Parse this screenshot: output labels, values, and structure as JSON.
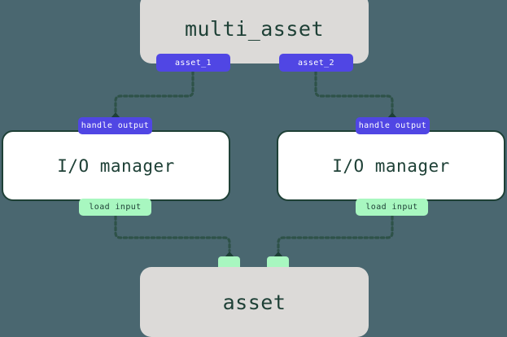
{
  "theme": {
    "background": "#4a6770",
    "node_fill": "#dcdad8",
    "iomanager_fill": "#ffffff",
    "border": "#1e4036",
    "badge_output_bg": "#5046e4",
    "badge_output_text": "#ffffff",
    "badge_input_bg": "#a8f7c0",
    "badge_input_text": "#1e4036",
    "edge_color": "#2e5248",
    "text_color": "#1e4036"
  },
  "graph": {
    "title_node": {
      "label": "multi_asset",
      "outputs": [
        {
          "label": "asset_1"
        },
        {
          "label": "asset_2"
        }
      ]
    },
    "io_managers": [
      {
        "label": "I/O manager",
        "input_badge": "handle output",
        "output_badge": "load input"
      },
      {
        "label": "I/O manager",
        "input_badge": "handle output",
        "output_badge": "load input"
      }
    ],
    "bottom_node": {
      "label": "asset",
      "handles": [
        {
          "name": "asset-handle-left"
        },
        {
          "name": "asset-handle-right"
        }
      ]
    }
  }
}
